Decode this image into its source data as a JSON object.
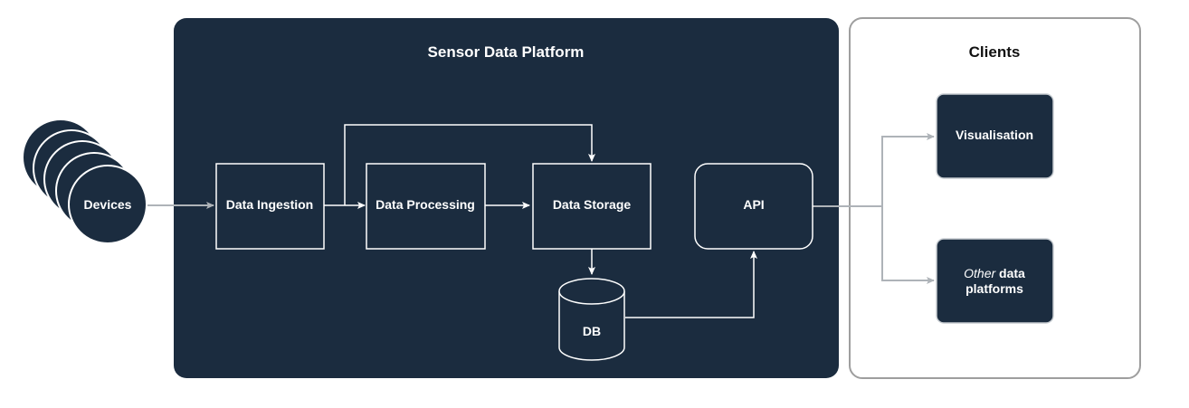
{
  "colors": {
    "platform_bg": "#1b2c3f",
    "node_fill": "#1b2c3f",
    "light_stroke": "#ffffff",
    "client_border": "#9e9e9e",
    "connector_gray": "#aeb3b8",
    "title_dark": "#111111"
  },
  "platform": {
    "title": "Sensor Data Platform"
  },
  "clients": {
    "title": "Clients"
  },
  "nodes": {
    "devices": "Devices",
    "ingestion": "Data Ingestion",
    "processing": "Data Processing",
    "storage": "Data Storage",
    "api": "API",
    "db": "DB",
    "visualisation": "Visualisation",
    "other_emph": "Other",
    "other_rest": " data",
    "other_line2": "platforms"
  }
}
